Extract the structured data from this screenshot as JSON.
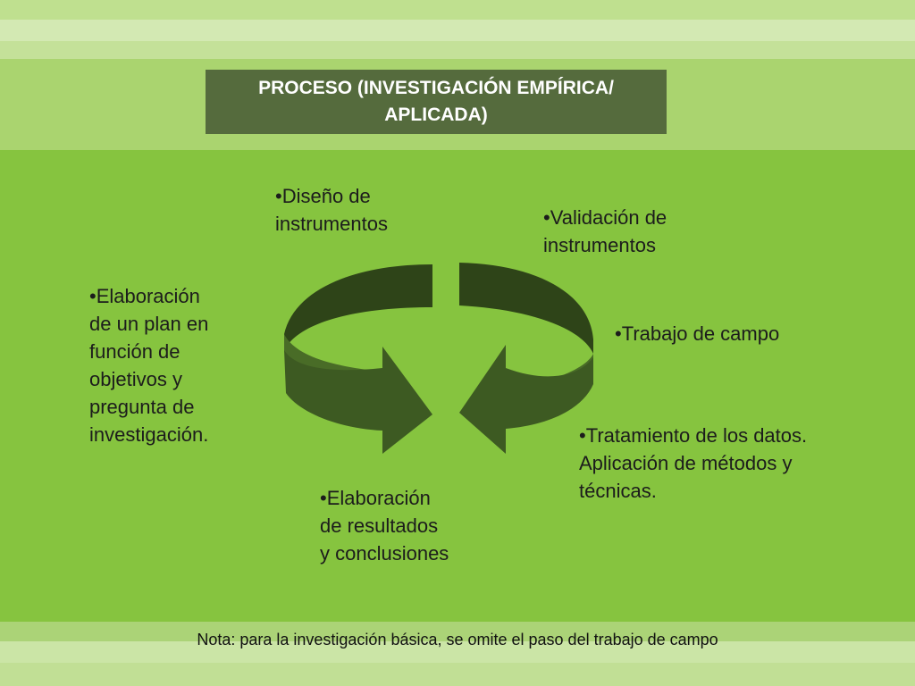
{
  "title": "PROCESO (INVESTIGACIÓN EMPÍRICA/ APLICADA)",
  "steps": {
    "design": "•Diseño de\ninstrumentos",
    "validation": "•Validación de\ninstrumentos",
    "plan": "•Elaboración\nde un plan en\nfunción de\nobjetivos y\npregunta de\ninvestigación.",
    "fieldwork": "•Trabajo de campo",
    "data": "•Tratamiento de los datos.\nAplicación de métodos y\ntécnicas.",
    "results": "•Elaboración\nde resultados\ny conclusiones"
  },
  "note": "Nota: para la investigación básica, se omite el paso del trabajo de campo",
  "colors": {
    "title_bg": "#556b3d",
    "main_bg": "#86c43f",
    "arrow_dark": "#2e4418",
    "arrow_mid": "#496c27"
  },
  "diagram": {
    "type": "circular-arrows",
    "arrow_count": 2,
    "icon": "cycle-arrows-icon"
  }
}
